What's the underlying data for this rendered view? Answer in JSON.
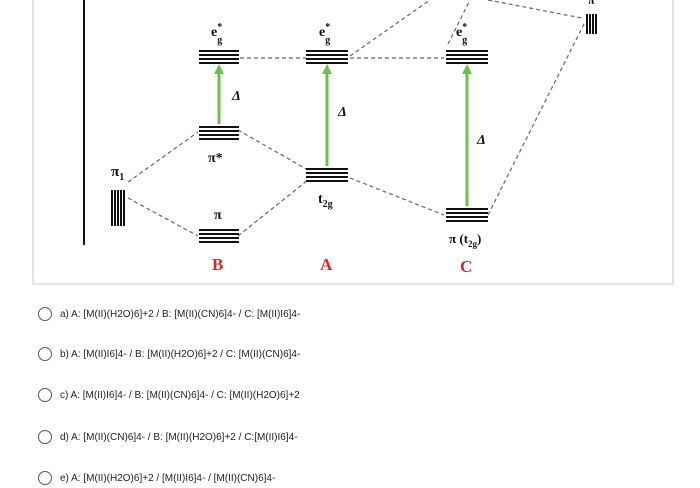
{
  "figure": {
    "colors": {
      "frame": "#dde6ee",
      "level": "#111111",
      "arrow": "#6cc04a",
      "connector": "#666666",
      "label_text": "#111111",
      "letter_red": "#d72828"
    },
    "labels": {
      "pi1": "π",
      "pi1_sub": "1",
      "eg": "e",
      "eg_star": "*",
      "eg_sub": "g",
      "delta": "Δ",
      "pistar": "π*",
      "pi": "π",
      "t2g_t": "t",
      "t2g_sub": "2g",
      "c_pi_t2g": "π (t",
      "c_pi_t2g_sub": "2g",
      "c_close": ")",
      "cropped_top_right": "π"
    },
    "column_letters": [
      "B",
      "A",
      "C"
    ]
  },
  "options": [
    {
      "letter": "a",
      "text": "a) A: [M(II)(H2O)6]+2 / B: [M(II)(CN)6]4- / C: [M(II)I6]4-"
    },
    {
      "letter": "b",
      "text": "b) A: [M(II)I6]4- / B: [M(II)(H2O)6]+2 / C: [M(II)(CN)6]4-"
    },
    {
      "letter": "c",
      "text": "c) A: [M(II)I6]4- / B: [M(II)(CN)6]4- / C: [M(II)(H2O)6]+2"
    },
    {
      "letter": "d",
      "text": "d) A: [M(II)(CN)6]4- / B: [M(II)(H2O)6]+2 / C:[M(II)I6]4-"
    },
    {
      "letter": "e",
      "text": "e) A: [M(II)(H2O)6]+2 / [M(II)I6]4- / [M(II)(CN)6]4-"
    }
  ]
}
